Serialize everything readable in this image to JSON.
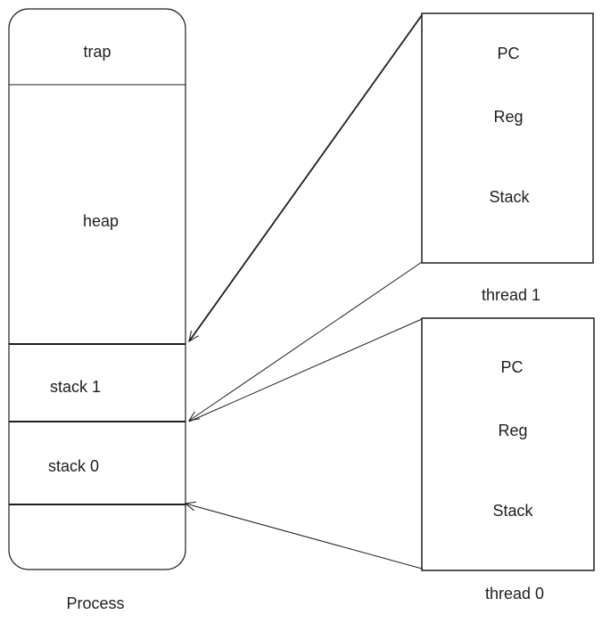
{
  "process": {
    "caption": "Process",
    "segments": {
      "trap": "trap",
      "heap": "heap",
      "stack1": "stack 1",
      "stack0": "stack 0"
    }
  },
  "threads": [
    {
      "caption": "thread 1",
      "fields": {
        "pc": "PC",
        "reg": "Reg",
        "stack": "Stack"
      }
    },
    {
      "caption": "thread 0",
      "fields": {
        "pc": "PC",
        "reg": "Reg",
        "stack": "Stack"
      }
    }
  ]
}
